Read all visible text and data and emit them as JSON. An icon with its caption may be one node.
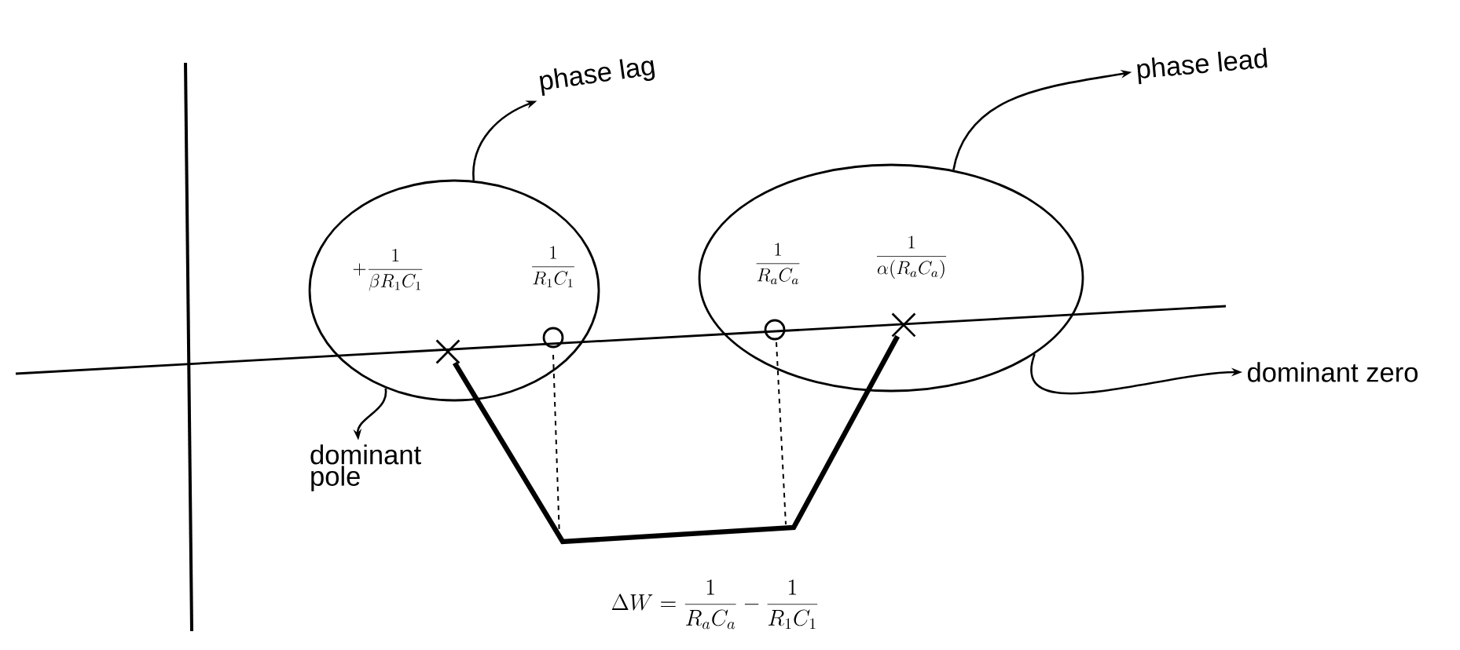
{
  "diagram": {
    "nodes": [
      {
        "text": [
          "+\\frac{1}{\\beta R_1C_1}",
          "\\frac{1}{R_1C_1}"
        ]
      },
      {
        "text": [
          "phase lag"
        ]
      },
      {
        "text": [
          "\\frac{1}{R_aC_a}",
          "\\frac{1}{\\alpha(R_aC_a)}"
        ]
      },
      {
        "text": [
          "phase lead"
        ]
      },
      {
        "text": [
          "dominant zero"
        ]
      },
      {
        "text": [
          "dominant pole"
        ]
      },
      {
        "text": [],
        "shape": "cross",
        "in": 0
      },
      {
        "text": [],
        "shape": "cross",
        "in": 2
      }
    ],
    "edges": [
      {
        "from": 0,
        "to": 1,
        "arrow": "to"
      },
      {
        "from": 2,
        "to": 3,
        "arrow": "to"
      },
      {
        "from": 2,
        "to": 4,
        "arrow": "to"
      },
      {
        "from": 0,
        "to": 5,
        "arrow": "to"
      },
      {
        "from": 6,
        "to": 7,
        "arrow": "none",
        "style": "thick"
      }
    ],
    "labels": [
      "\\Delta W = \\frac{1}{R_aC_a} - \\frac{1}{R_1C_1}"
    ]
  }
}
